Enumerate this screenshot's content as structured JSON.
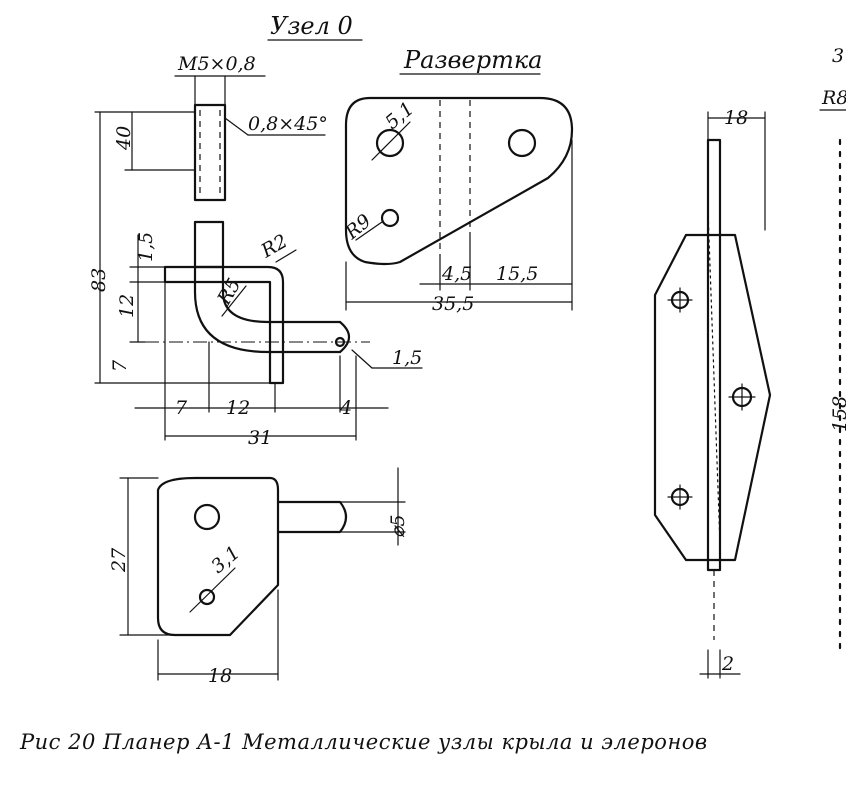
{
  "headers": {
    "node": "Узел 0",
    "unfold": "Развертка"
  },
  "dims": {
    "m5": "M5×0,8",
    "chamfer": "0,8×45°",
    "d40": "40",
    "d15": "1,5",
    "d83": "83",
    "d12v": "12",
    "d7v": "7",
    "r2": "R2",
    "r5": "R5",
    "d15b": "1,5",
    "d7h": "7",
    "d12h": "12",
    "d4": "4",
    "d31": "31",
    "d51": "5,1",
    "r9": "R9",
    "d45": "4,5",
    "d155": "15,5",
    "d355": "35,5",
    "d27": "27",
    "d31b": "3,1",
    "d5": "⌀5",
    "d18": "18",
    "d18b": "18",
    "d2": "2",
    "edge_top": "3",
    "edge_r8": "R8",
    "edge_158": "158"
  },
  "caption": "Рис 20 Планер А-1 Металлические узлы крыла и элеронов"
}
